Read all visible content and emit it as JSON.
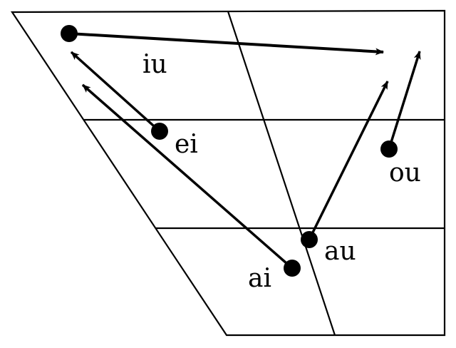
{
  "diagram": {
    "type": "vowel-trapezoid-diphthongs",
    "colors": {
      "line": "#000000",
      "background": "#ffffff"
    },
    "diphthongs": [
      {
        "label": "iu"
      },
      {
        "label": "ei"
      },
      {
        "label": "ou"
      },
      {
        "label": "au"
      },
      {
        "label": "ai"
      }
    ]
  }
}
